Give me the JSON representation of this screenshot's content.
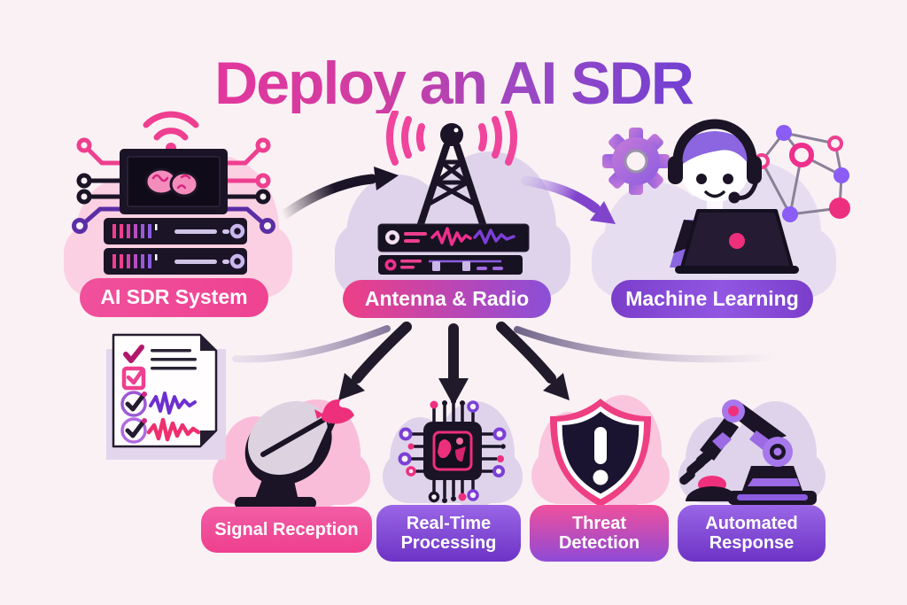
{
  "title": "Deploy an AI SDR",
  "nodes": {
    "top": [
      {
        "id": "ai-sdr-system",
        "label": "AI SDR System"
      },
      {
        "id": "antenna-radio",
        "label": "Antenna & Radio"
      },
      {
        "id": "machine-learning",
        "label": "Machine Learning"
      }
    ],
    "bottom": [
      {
        "id": "signal-reception",
        "label": "Signal Reception"
      },
      {
        "id": "real-time-processing",
        "label": "Real-Time Processing"
      },
      {
        "id": "threat-detection",
        "label": "Threat Detection"
      },
      {
        "id": "automated-response",
        "label": "Automated Response"
      }
    ]
  },
  "flow_edges": [
    {
      "from": "ai-sdr-system",
      "to": "antenna-radio"
    },
    {
      "from": "antenna-radio",
      "to": "machine-learning"
    },
    {
      "from": "antenna-radio",
      "to": "signal-reception"
    },
    {
      "from": "antenna-radio",
      "to": "real-time-processing"
    },
    {
      "from": "antenna-radio",
      "to": "threat-detection"
    },
    {
      "from": "antenna-radio",
      "to": "automated-response"
    }
  ],
  "colors": {
    "background": "#faf1f5",
    "title_gradient_start": "#e8359b",
    "title_gradient_end": "#6d3fd4",
    "pink": "#f0509c",
    "purple": "#7b3fd6",
    "dark": "#1b1426",
    "cloud_pink": "#fbd0e2",
    "cloud_lavender": "#ded3ea"
  }
}
